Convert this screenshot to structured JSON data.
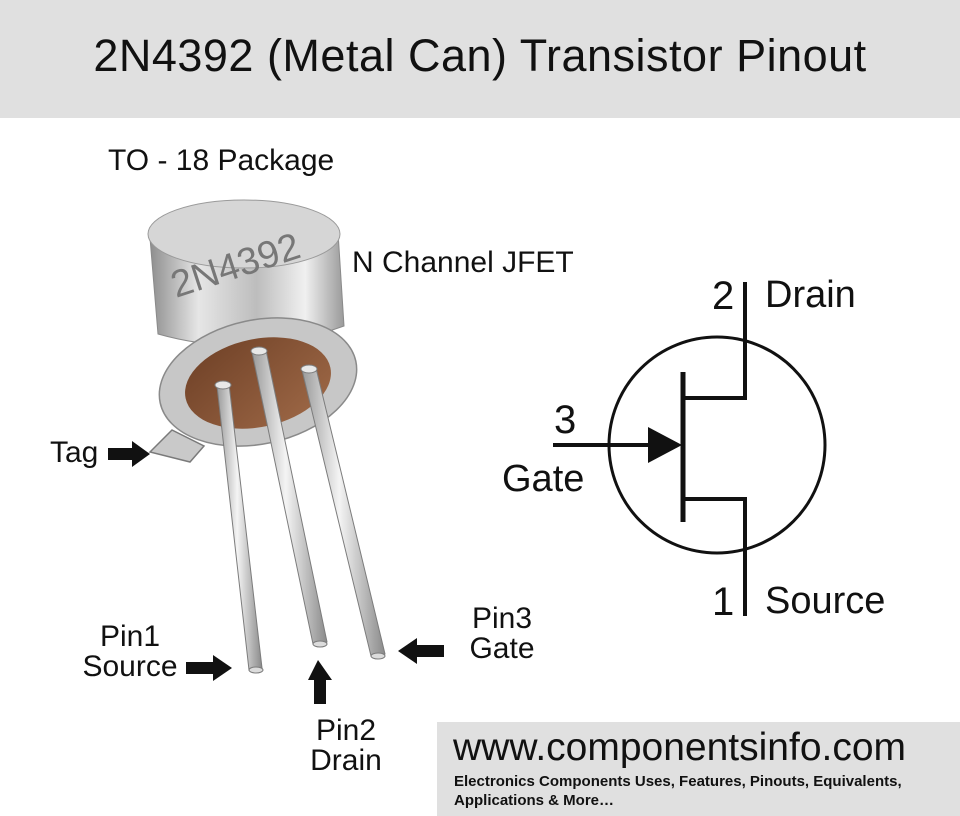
{
  "header": {
    "title": "2N4392 (Metal Can) Transistor Pinout"
  },
  "package": {
    "label": "TO - 18 Package",
    "marking": "2N4392",
    "type_label": "N Channel JFET"
  },
  "pins": {
    "tag": "Tag",
    "pin1": {
      "number": "Pin1",
      "name": "Source"
    },
    "pin2": {
      "number": "Pin2",
      "name": "Drain"
    },
    "pin3": {
      "number": "Pin3",
      "name": "Gate"
    }
  },
  "symbol": {
    "drain_number": "2",
    "drain_label": "Drain",
    "gate_number": "3",
    "gate_label": "Gate",
    "source_number": "1",
    "source_label": "Source"
  },
  "brand": {
    "url": "www.componentsinfo.com",
    "tagline": "Electronics Components Uses, Features, Pinouts, Equivalents, Applications & More…"
  },
  "colors": {
    "banner": "#e0e0e0",
    "can_metal": "#c8c8c8",
    "die": "#8b5a3c",
    "ink": "#111111"
  }
}
